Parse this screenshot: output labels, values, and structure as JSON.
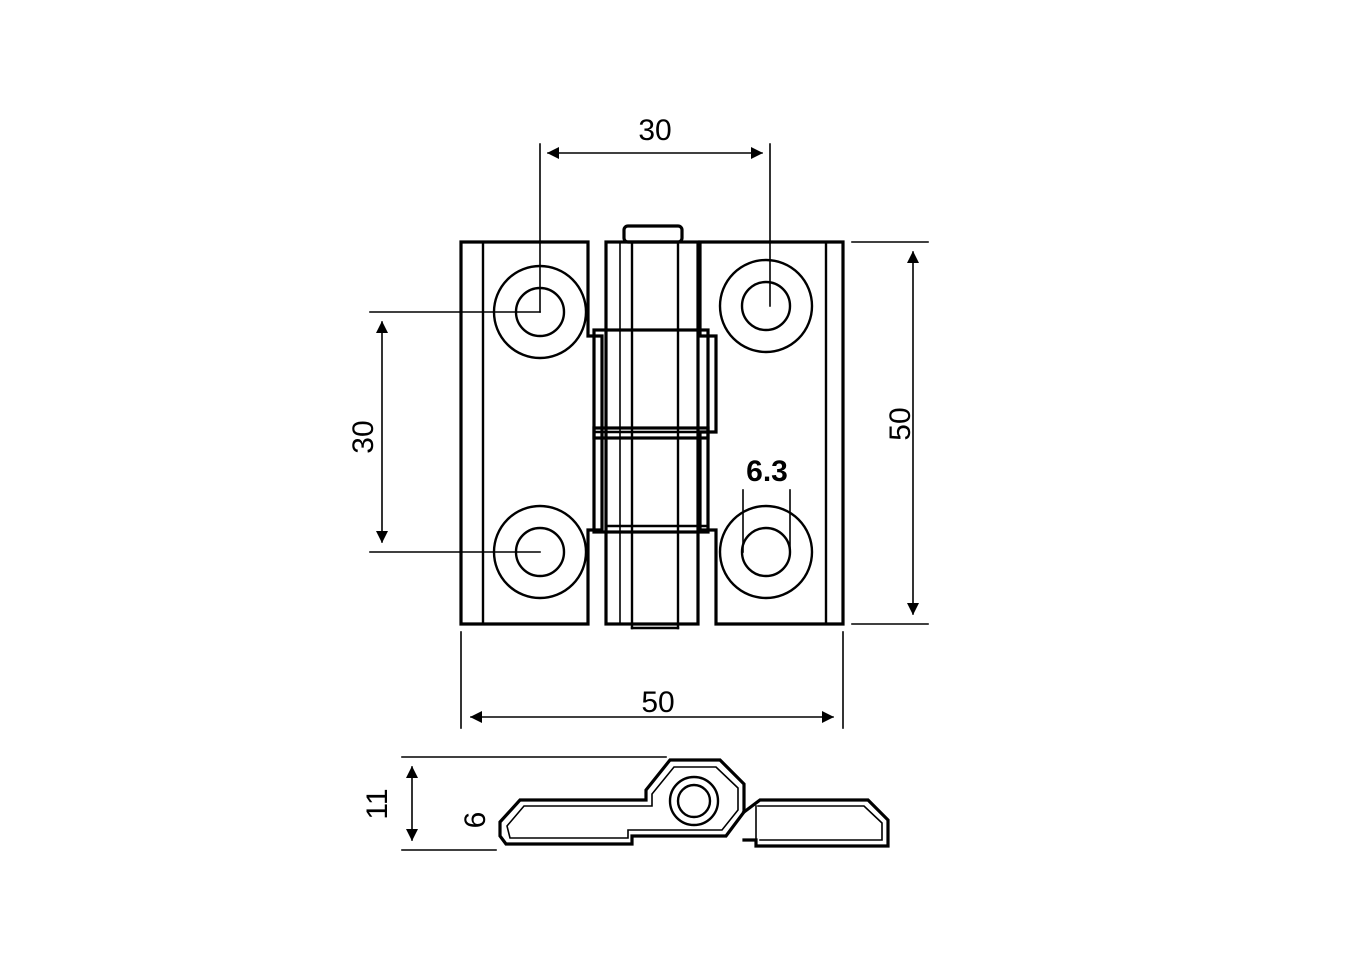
{
  "dimensions": {
    "top_hole_spacing": "30",
    "left_hole_spacing": "30",
    "overall_height": "50",
    "overall_width": "50",
    "hole_diameter": "6.3",
    "side_total_height": "11",
    "side_leaf_thickness": "6"
  },
  "colors": {
    "line": "#000000",
    "background": "#ffffff"
  }
}
